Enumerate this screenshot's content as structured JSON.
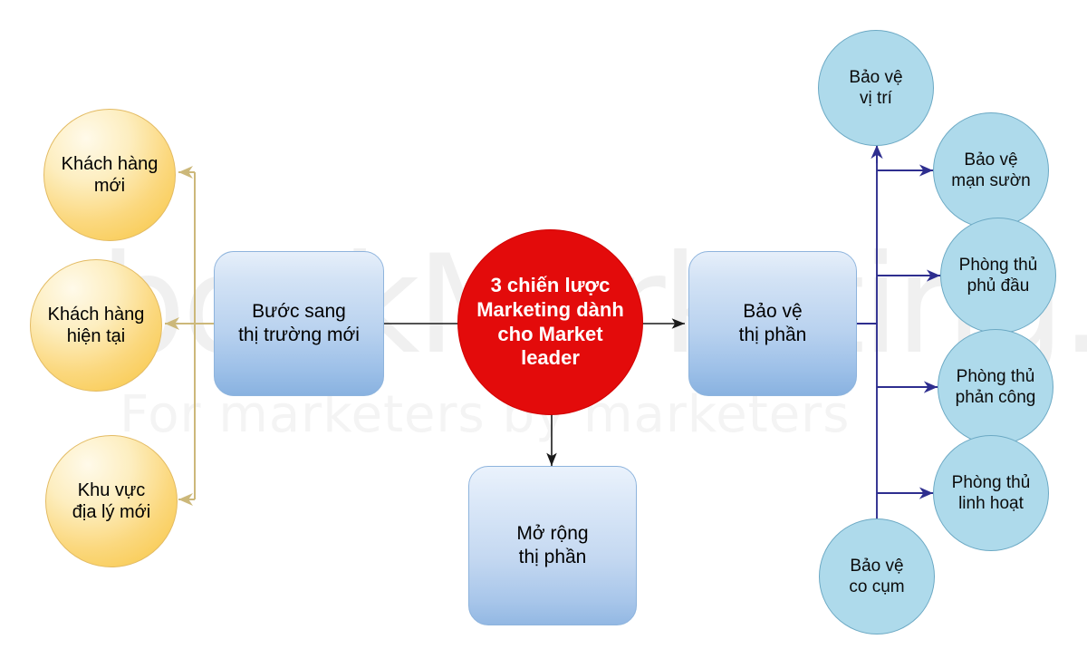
{
  "watermark": {
    "main_text": "bookMarketing.org",
    "sub_text": "For marketers by marketers"
  },
  "colors": {
    "center_red": "#e30b0b",
    "yellow_circle": "#f7c53f",
    "blue_circle": "#aedaeb",
    "blue_box": "#b9d2ef",
    "gold_arrow": "#ccb87a",
    "navy_arrow": "#2e2e8f",
    "black_arrow": "#1a1a1a"
  },
  "center": {
    "label": "3 chiến lược\nMarketing dành\ncho Market\nleader",
    "lines": [
      "3 chiến lược",
      "Marketing dành",
      "cho Market",
      "leader"
    ]
  },
  "branches": {
    "left": {
      "label": "Bước sang\nthị trường mới",
      "lines": [
        "Bước sang",
        "thị trường mới"
      ],
      "children": [
        {
          "label": "Khách hàng\nmới",
          "lines": [
            "Khách hàng",
            "mới"
          ]
        },
        {
          "label": "Khách hàng\nhiện tại",
          "lines": [
            "Khách hàng",
            "hiện tại"
          ]
        },
        {
          "label": "Khu vực\nđịa lý mới",
          "lines": [
            "Khu vực",
            "địa lý mới"
          ]
        }
      ]
    },
    "right": {
      "label": "Bảo vệ\nthị phần",
      "lines": [
        "Bảo vệ",
        "thị phần"
      ],
      "children": [
        {
          "label": "Bảo vệ\nvị trí",
          "lines": [
            "Bảo vệ",
            "vị trí"
          ]
        },
        {
          "label": "Bảo vệ\nmạn sườn",
          "lines": [
            "Bảo vệ",
            "mạn sườn"
          ]
        },
        {
          "label": "Phòng thủ\nphủ đầu",
          "lines": [
            "Phòng thủ",
            "phủ đầu"
          ]
        },
        {
          "label": "Phòng thủ\nphản công",
          "lines": [
            "Phòng thủ",
            "phản công"
          ]
        },
        {
          "label": "Phòng thủ\nlinh hoạt",
          "lines": [
            "Phòng thủ",
            "linh hoạt"
          ]
        },
        {
          "label": "Bảo vệ\nco cụm",
          "lines": [
            "Bảo vệ",
            "co cụm"
          ]
        }
      ]
    },
    "bottom": {
      "label": "Mở rộng\nthị phần",
      "lines": [
        "Mở rộng",
        "thị phần"
      ]
    }
  }
}
